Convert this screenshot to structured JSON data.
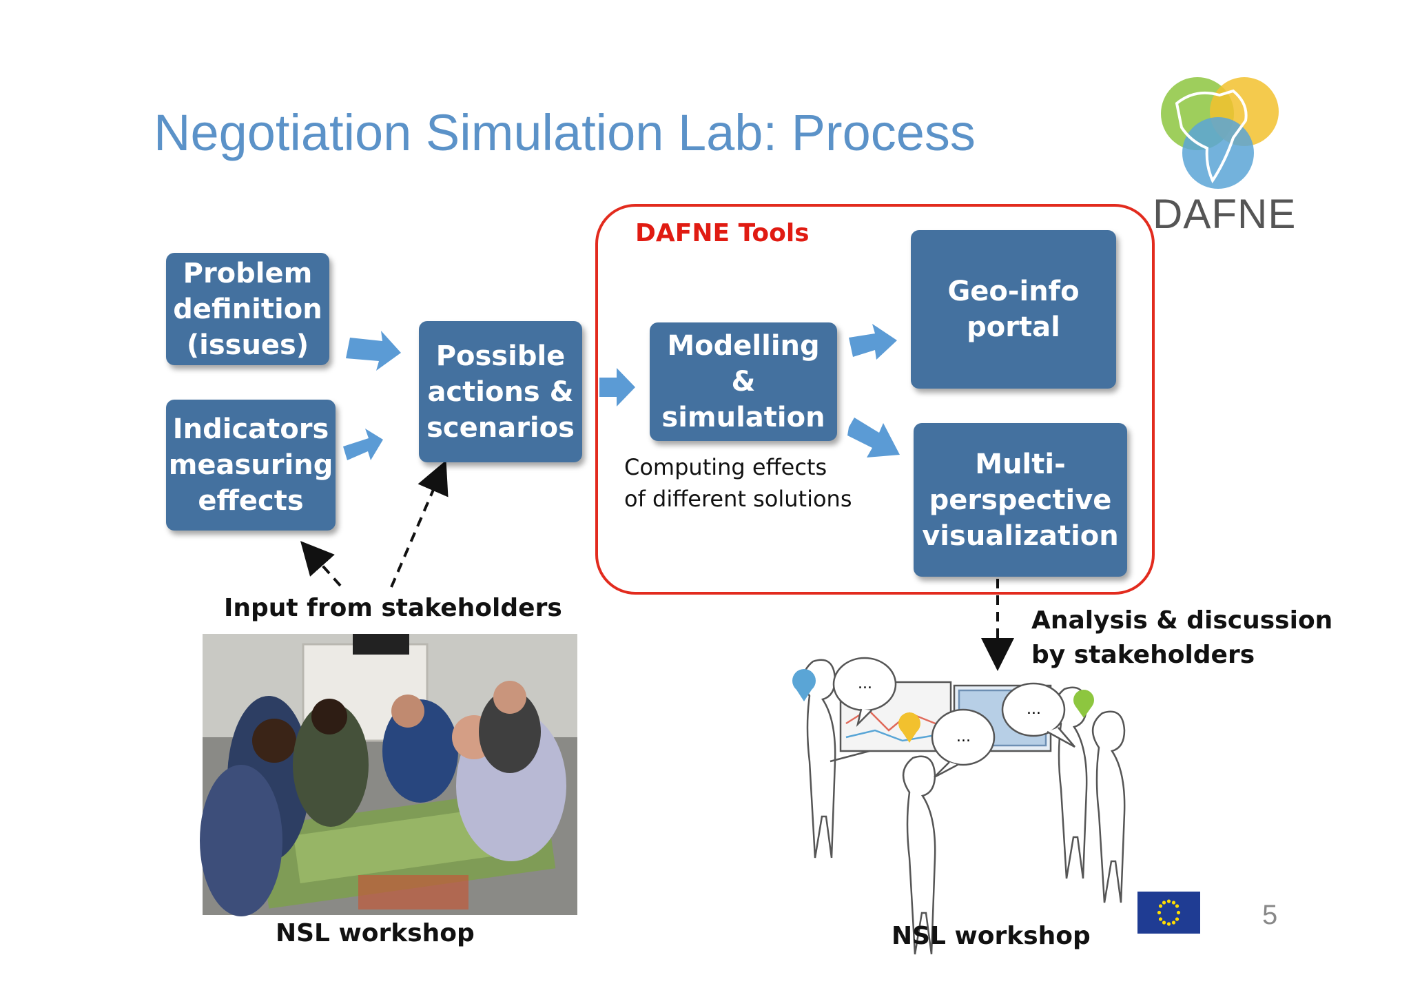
{
  "slide": {
    "title": "Negotiation Simulation Lab: Process",
    "page_number": "5"
  },
  "logo": {
    "word": "DAFNE",
    "colors": [
      "#8dc63f",
      "#f2c12e",
      "#5aa5d6"
    ]
  },
  "process": {
    "problem_definition": "Problem\ndefinition\n(issues)",
    "indicators": "Indicators\nmeasuring\neffects",
    "possible_actions": "Possible\nactions &\nscenarios",
    "modelling": "Modelling\n&\nsimulation",
    "geo_info": "Geo-info\nportal",
    "visualization": "Multi-\nperspective\nvisualization"
  },
  "tools": {
    "label": "DAFNE Tools",
    "note": "Computing effects\nof different solutions"
  },
  "captions": {
    "input": "Input from stakeholders",
    "analysis": "Analysis & discussion\nby stakeholders",
    "workshop_photo": "NSL workshop",
    "workshop_sketch": "NSL workshop"
  },
  "sketch": {
    "bubble_text": "..."
  },
  "colors": {
    "box_fill": "#44719f",
    "arrow_fill": "#5b9bd5",
    "frame": "#e22b1e",
    "title": "#5b92c8"
  }
}
